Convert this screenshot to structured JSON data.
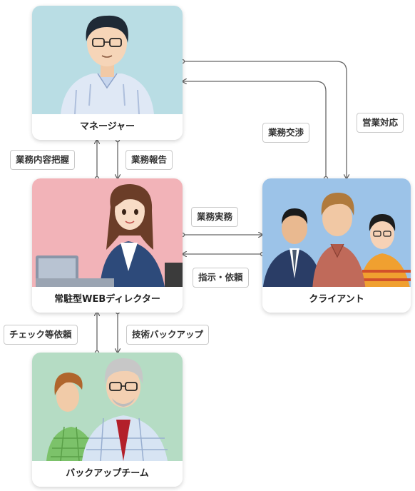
{
  "nodes": {
    "manager": "マネージャー",
    "director": "常駐型WEBディレクター",
    "client": "クライアント",
    "backup": "バックアップチーム"
  },
  "edges": {
    "business_grasp": "業務内容把握",
    "business_report": "業務報告",
    "business_practice": "業務実務",
    "instruction_request": "指示・依頼",
    "negotiation": "業務交渉",
    "sales_response": "営業対応",
    "check_request": "チェック等依頼",
    "tech_backup": "技術バックアップ"
  },
  "colors": {
    "manager_bg": "#b9dde4",
    "director_bg": "#f2b3b8",
    "client_bg": "#9cc3e8",
    "backup_bg": "#b5dcc4",
    "line": "#666666"
  }
}
